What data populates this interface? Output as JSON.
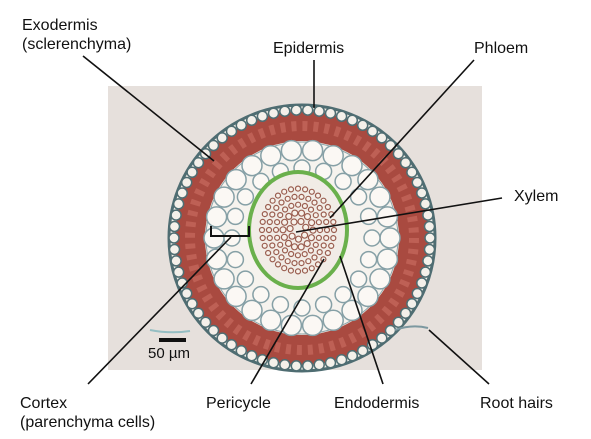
{
  "labels": {
    "exodermis": [
      "Exodermis",
      "(sclerenchyma)"
    ],
    "epidermis": "Epidermis",
    "phloem": "Phloem",
    "xylem": "Xylem",
    "cortex": [
      "Cortex",
      "(parenchyma cells)"
    ],
    "pericycle": "Pericycle",
    "endodermis": "Endodermis",
    "root_hairs": "Root hairs"
  },
  "scale_bar": "50 µm",
  "colors": {
    "background": "#ffffff",
    "micrograph_bg": "#e6e0dc",
    "sclerenchyma": "#9b2d22",
    "cell_wall": "#5f7f86",
    "endodermis_ring": "#6ab04c",
    "leader_line": "#111111"
  }
}
